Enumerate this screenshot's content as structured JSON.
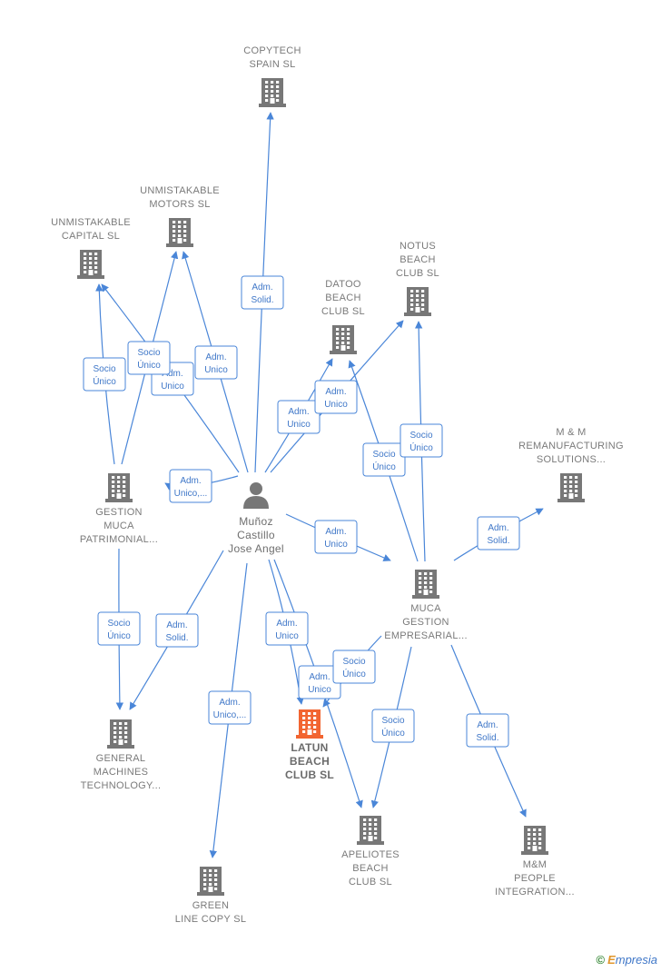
{
  "colors": {
    "edge": "#4a86d8",
    "building": "#777777",
    "focus": "#f26531",
    "person": "#777777"
  },
  "nodes": [
    {
      "id": "copytech",
      "type": "company",
      "label": [
        "COPYTECH",
        "SPAIN SL"
      ]
    },
    {
      "id": "um_motors",
      "type": "company",
      "label": [
        "UNMISTAKABLE",
        "MOTORS  SL"
      ]
    },
    {
      "id": "um_capital",
      "type": "company",
      "label": [
        "UNMISTAKABLE",
        "CAPITAL  SL"
      ]
    },
    {
      "id": "notus",
      "type": "company",
      "label": [
        "NOTUS",
        "BEACH",
        "CLUB  SL"
      ]
    },
    {
      "id": "datoo",
      "type": "company",
      "label": [
        "DATOO",
        "BEACH",
        "CLUB  SL"
      ]
    },
    {
      "id": "mm_reman",
      "type": "company",
      "label": [
        "M & M",
        "REMANUFACTURING",
        "SOLUTIONS..."
      ]
    },
    {
      "id": "gestion_muca",
      "type": "company",
      "label": [
        "GESTION",
        "MUCA",
        "PATRIMONIAL..."
      ]
    },
    {
      "id": "person",
      "type": "person",
      "label": [
        "Muñoz",
        "Castillo",
        "Jose Angel"
      ]
    },
    {
      "id": "muca_ge",
      "type": "company",
      "label": [
        "MUCA",
        "GESTION",
        "EMPRESARIAL..."
      ]
    },
    {
      "id": "general_machines",
      "type": "company",
      "label": [
        "GENERAL",
        "MACHINES",
        "TECHNOLOGY..."
      ]
    },
    {
      "id": "latun",
      "type": "focus",
      "label": [
        "LATUN",
        "BEACH",
        "CLUB  SL"
      ]
    },
    {
      "id": "apeliotes",
      "type": "company",
      "label": [
        "APELIOTES",
        "BEACH",
        "CLUB  SL"
      ]
    },
    {
      "id": "mm_people",
      "type": "company",
      "label": [
        "M&M",
        "PEOPLE",
        "INTEGRATION..."
      ]
    },
    {
      "id": "green_line",
      "type": "company",
      "label": [
        "GREEN",
        "LINE COPY SL"
      ]
    }
  ],
  "edges": [
    {
      "from": "person",
      "to": "copytech",
      "label": [
        "Adm.",
        "Solid."
      ]
    },
    {
      "from": "person",
      "to": "um_motors",
      "label": [
        "Adm.",
        "Unico"
      ]
    },
    {
      "from": "person",
      "to": "um_capital",
      "label": [
        "Adm.",
        "Unico"
      ]
    },
    {
      "from": "person",
      "to": "datoo",
      "label": [
        "Adm.",
        "Unico"
      ]
    },
    {
      "from": "person",
      "to": "notus",
      "label": [
        "Adm.",
        "Unico"
      ]
    },
    {
      "from": "person",
      "to": "gestion_muca",
      "label": [
        "Adm.",
        "Unico,..."
      ]
    },
    {
      "from": "person",
      "to": "muca_ge",
      "label": [
        "Adm.",
        "Unico"
      ]
    },
    {
      "from": "person",
      "to": "general_machines",
      "label": [
        "Adm.",
        "Solid."
      ]
    },
    {
      "from": "person",
      "to": "green_line",
      "label": [
        "Adm.",
        "Unico,..."
      ]
    },
    {
      "from": "person",
      "to": "latun",
      "label": [
        "Adm.",
        "Unico"
      ]
    },
    {
      "from": "person",
      "to": "apeliotes",
      "label": [
        "Adm.",
        "Unico"
      ]
    },
    {
      "from": "gestion_muca",
      "to": "um_capital",
      "label": [
        "Socio",
        "Único"
      ]
    },
    {
      "from": "gestion_muca",
      "to": "um_motors",
      "label": [
        "Socio",
        "Único"
      ]
    },
    {
      "from": "gestion_muca",
      "to": "general_machines",
      "label": [
        "Socio",
        "Único"
      ]
    },
    {
      "from": "muca_ge",
      "to": "datoo",
      "label": [
        "Socio",
        "Único"
      ]
    },
    {
      "from": "muca_ge",
      "to": "notus",
      "label": [
        "Socio",
        "Único"
      ]
    },
    {
      "from": "muca_ge",
      "to": "mm_reman",
      "label": [
        "Adm.",
        "Solid."
      ]
    },
    {
      "from": "muca_ge",
      "to": "latun",
      "label": [
        "Socio",
        "Único"
      ]
    },
    {
      "from": "muca_ge",
      "to": "apeliotes",
      "label": [
        "Socio",
        "Único"
      ]
    },
    {
      "from": "muca_ge",
      "to": "mm_people",
      "label": [
        "Adm.",
        "Solid."
      ]
    }
  ],
  "footer": {
    "symbol": "©",
    "brand_e": "E",
    "brand_rest": "mpresia"
  }
}
